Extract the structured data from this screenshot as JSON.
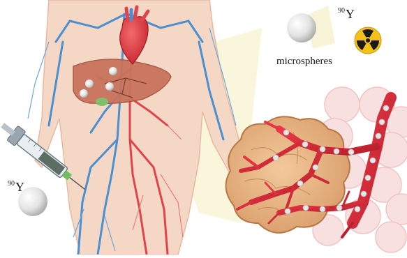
{
  "labels": {
    "microspheres": "microspheres",
    "isotope_top": {
      "mass": "90",
      "symbol": "Y"
    },
    "isotope_left": {
      "mass": "90",
      "symbol": "Y"
    }
  },
  "icons": [
    "microsphere-icon",
    "radiation-hazard-icon",
    "syringe-icon",
    "heart-icon",
    "liver-icon",
    "tumor-icon",
    "blood-vessel-icon"
  ],
  "colors": {
    "skin": "#f4d3bf",
    "artery": "#e0444b",
    "vein": "#4a8fcf",
    "liver": "#c8735c",
    "tumor": "#e9b98a",
    "tumor_vessel": "#d8283a",
    "sphere": "#e5e5e5",
    "radiation": "#f3c21a",
    "cells": "#f6d6d6"
  }
}
